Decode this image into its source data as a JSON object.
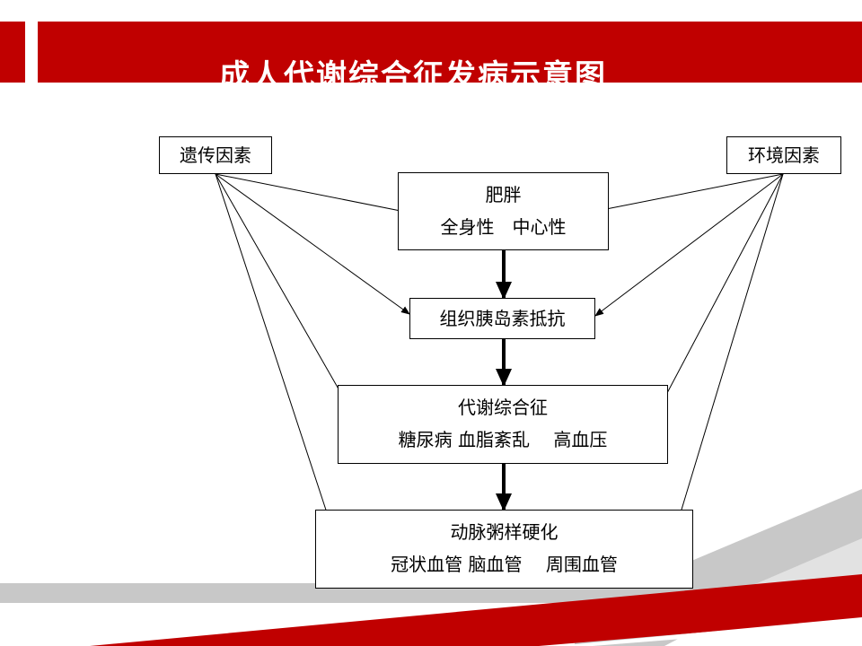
{
  "slide": {
    "title": "成人代谢综合征发病示意图",
    "colors": {
      "accent_red": "#c00000",
      "band_gray": "#c8c8c8"
    }
  },
  "diagram": {
    "nodes": [
      {
        "id": "genetic",
        "lines": [
          "遗传因素"
        ]
      },
      {
        "id": "environment",
        "lines": [
          "环境因素"
        ]
      },
      {
        "id": "obesity",
        "lines": [
          "肥胖",
          "全身性　中心性"
        ]
      },
      {
        "id": "insulin",
        "lines": [
          "组织胰岛素抵抗"
        ]
      },
      {
        "id": "metabolic",
        "lines": [
          "代谢综合征",
          "糖尿病  血脂紊乱　 高血压"
        ]
      },
      {
        "id": "atherosclerosis",
        "lines": [
          "动脉粥样硬化",
          "冠状血管  脑血管　 周围血管"
        ]
      }
    ],
    "edges": [
      {
        "from": "genetic",
        "to": "obesity",
        "style": "thin"
      },
      {
        "from": "genetic",
        "to": "insulin",
        "style": "thin"
      },
      {
        "from": "genetic",
        "to": "metabolic",
        "style": "thin"
      },
      {
        "from": "genetic",
        "to": "atherosclerosis",
        "style": "thin"
      },
      {
        "from": "environment",
        "to": "obesity",
        "style": "thin"
      },
      {
        "from": "environment",
        "to": "insulin",
        "style": "thin"
      },
      {
        "from": "environment",
        "to": "metabolic",
        "style": "thin"
      },
      {
        "from": "environment",
        "to": "atherosclerosis",
        "style": "thin"
      },
      {
        "from": "obesity",
        "to": "insulin",
        "style": "thick"
      },
      {
        "from": "insulin",
        "to": "metabolic",
        "style": "thick"
      },
      {
        "from": "metabolic",
        "to": "atherosclerosis",
        "style": "thick"
      }
    ]
  }
}
